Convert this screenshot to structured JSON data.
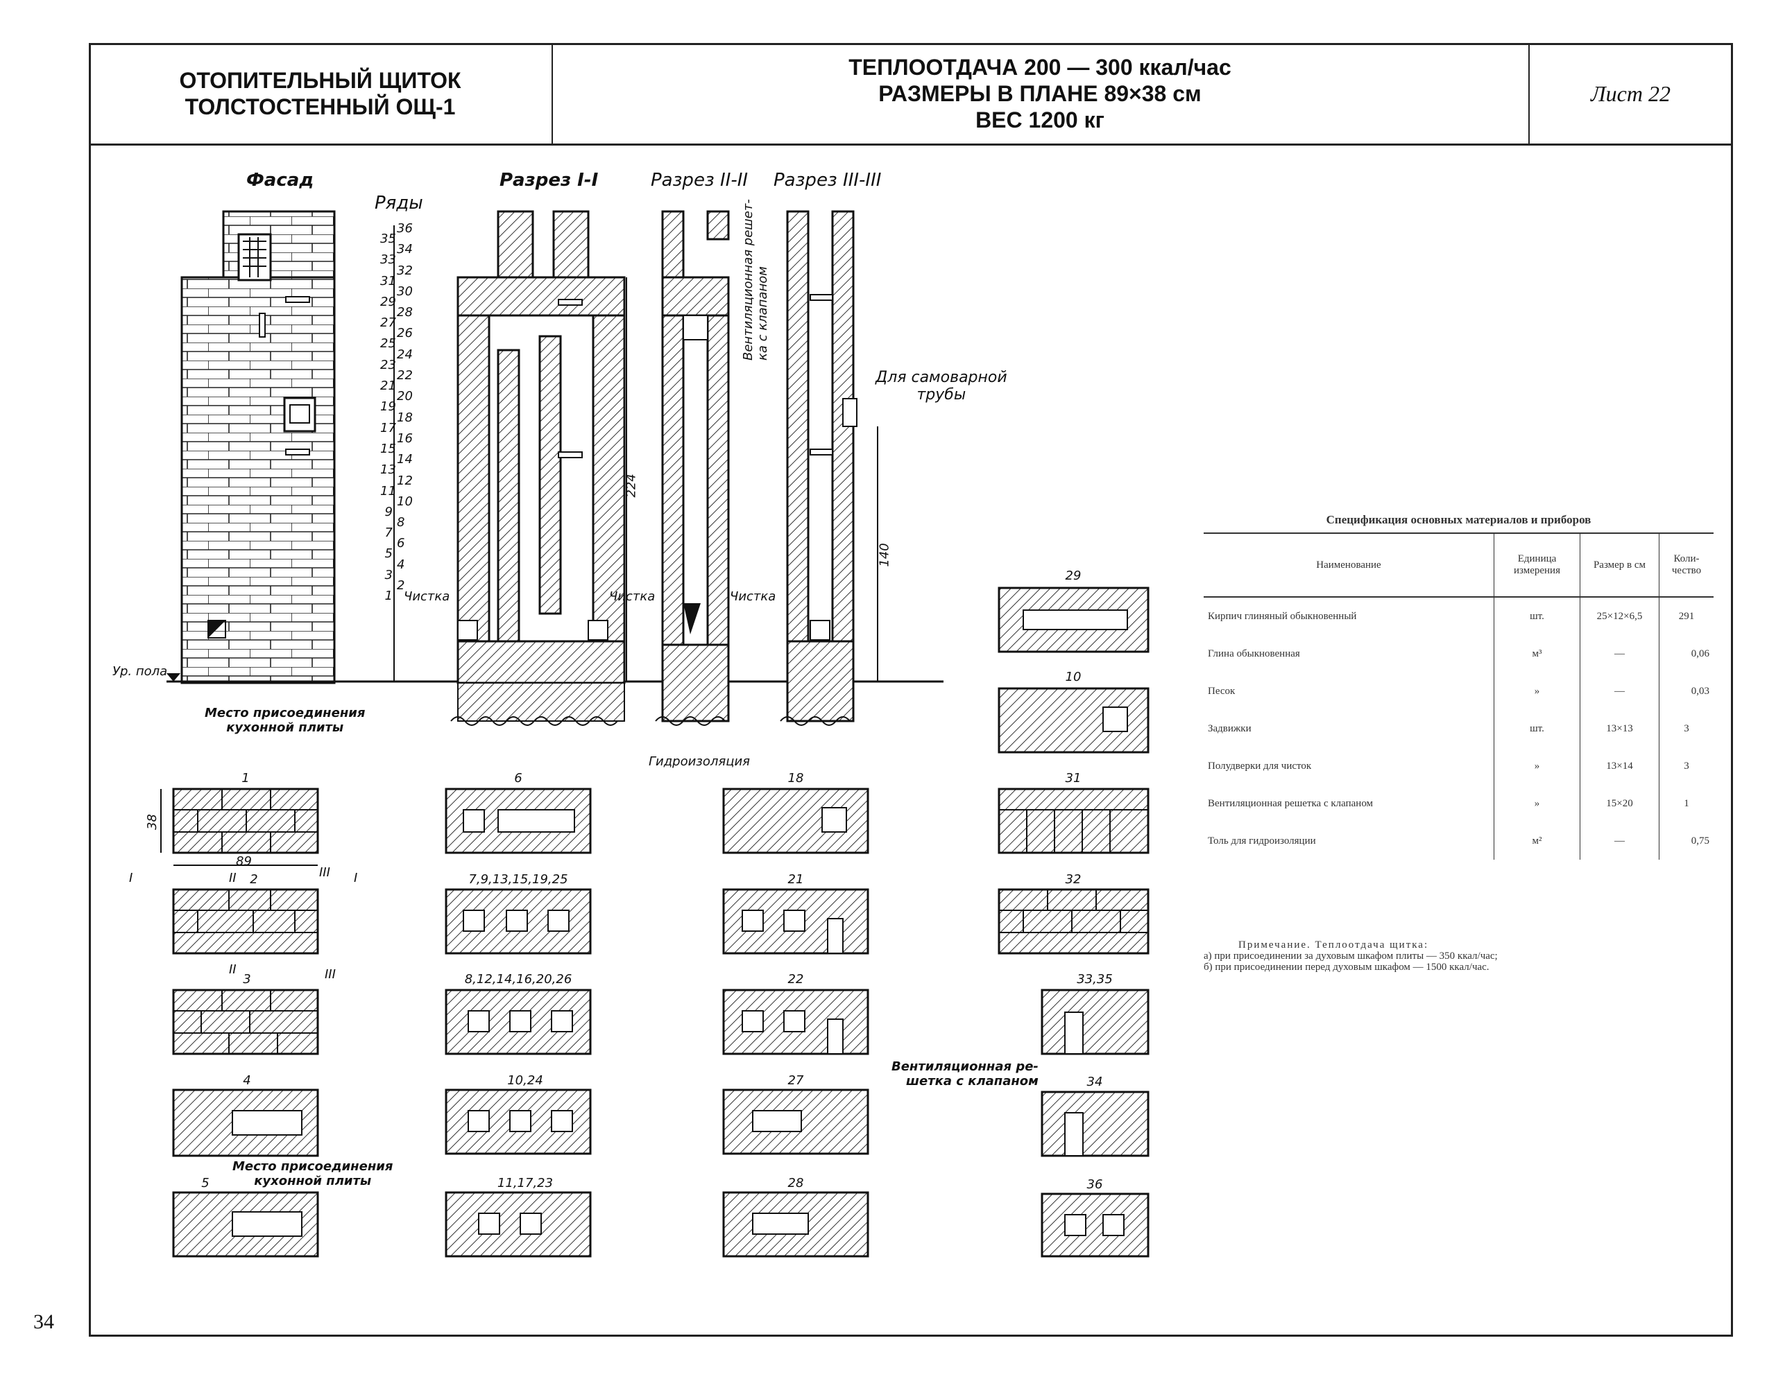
{
  "header": {
    "title_line1": "ОТОПИТЕЛЬНЫЙ ЩИТОК",
    "title_line2": "ТОЛСТОСТЕННЫЙ ОЩ-1",
    "spec_line1": "ТЕПЛООТДАЧА 200 — 300 ккал/час",
    "spec_line2": "РАЗМЕРЫ В ПЛАНЕ 89×38 см",
    "spec_line3": "ВЕС 1200 кг",
    "sheet": "Лист 22"
  },
  "page_number": "34",
  "drawing": {
    "facade_label": "Фасад",
    "rows_label": "Ряды",
    "section1_label": "Разрез I-I",
    "section2_label": "Разрез II-II",
    "section3_label": "Разрез III-III",
    "floor_level": "Ур. пола",
    "connection_label_line1": "Место присоединения",
    "connection_label_line2": "кухонной плиты",
    "waterproofing": "Гидроизоляция",
    "cleanout1": "Чистка",
    "cleanout2": "Чистка",
    "cleanout3": "Чистка",
    "vent_grille_line1": "Вентиляционная решет-",
    "vent_grille_line2": "ка с клапаном",
    "samovar_line1": "Для самоварной",
    "samovar_line2": "трубы",
    "dim_224": "224",
    "dim_140": "140",
    "dim_89": "89",
    "dim_38": "38",
    "row_numbers_left": [
      "35",
      "33",
      "31",
      "29",
      "27",
      "25",
      "23",
      "21",
      "19",
      "17",
      "15",
      "13",
      "11",
      "9",
      "7",
      "5",
      "3",
      "1"
    ],
    "row_numbers_right": [
      "36",
      "34",
      "32",
      "30",
      "28",
      "26",
      "24",
      "22",
      "20",
      "18",
      "16",
      "14",
      "12",
      "10",
      "8",
      "6",
      "4",
      "2"
    ],
    "plan_labels": {
      "p1": "1",
      "p2": "2",
      "p3": "3",
      "p4": "4",
      "p5": "5",
      "p6": "6",
      "p7": "7,9,13,15,19,25",
      "p8": "8,12,14,16,20,26",
      "p10": "10,24",
      "p11": "11,17,23",
      "p18": "18",
      "p21": "21",
      "p22": "22",
      "p27": "27",
      "p28": "28",
      "p29": "29",
      "p10b": "10",
      "p31": "31",
      "p32": "32",
      "p33": "33,35",
      "p34": "34",
      "p36": "36"
    },
    "section_marks": {
      "I": "I",
      "II": "II",
      "III": "III"
    },
    "vent_grille2_line1": "Вентиляционная ре-",
    "vent_grille2_line2": "шетка с клапаном",
    "connection2_line1": "Место присоединения",
    "connection2_line2": "кухонной плиты"
  },
  "spec": {
    "title": "Спецификация основных материалов и приборов",
    "headers": [
      "Наименование",
      "Единица измерения",
      "Размер в см",
      "Коли-чество"
    ],
    "rows": [
      [
        "Кирпич глиняный обыкновенный",
        "шт.",
        "25×12×6,5",
        "291"
      ],
      [
        "Глина обыкновенная",
        "м³",
        "—",
        "0,06"
      ],
      [
        "Песок",
        "»",
        "—",
        "0,03"
      ],
      [
        "Задвижки",
        "шт.",
        "13×13",
        "3"
      ],
      [
        "Полудверки для чисток",
        "»",
        "13×14",
        "3"
      ],
      [
        "Вентиляционная решетка с клапаном",
        "»",
        "15×20",
        "1"
      ],
      [
        "Толь для гидроизоляции",
        "м²",
        "—",
        "0,75"
      ]
    ]
  },
  "note": {
    "line1": "Примечание. Теплоотдача щитка:",
    "line2": "а) при присоединении за духовым шкафом плиты — 350 ккал/час;",
    "line3": "б) при присоединении перед духовым шкафом — 1500 ккал/час."
  }
}
